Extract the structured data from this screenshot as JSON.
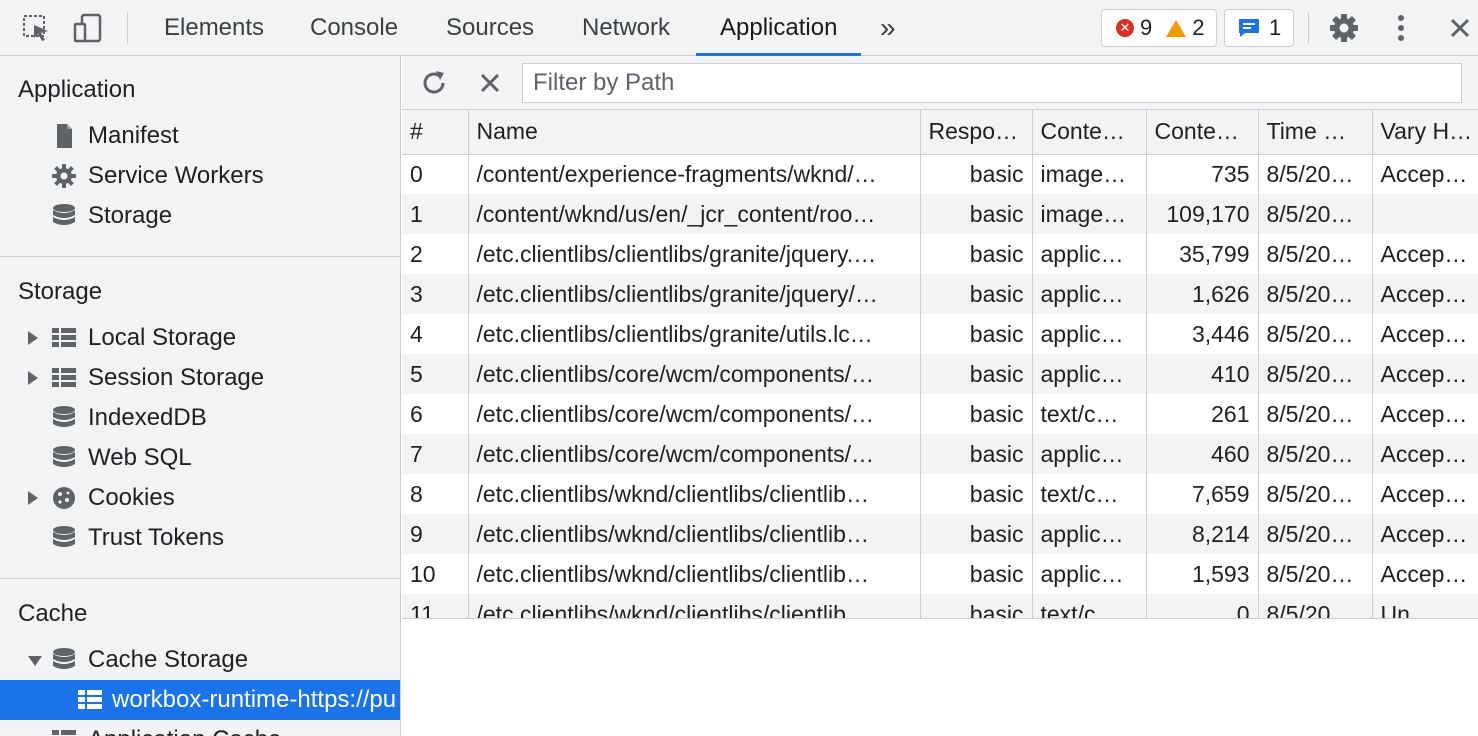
{
  "toolbar": {
    "tabs": [
      "Elements",
      "Console",
      "Sources",
      "Network",
      "Application"
    ],
    "more": "»",
    "errors": "9",
    "warnings": "2",
    "messages": "1"
  },
  "sidebar": {
    "application": {
      "title": "Application",
      "items": [
        "Manifest",
        "Service Workers",
        "Storage"
      ]
    },
    "storage": {
      "title": "Storage",
      "items": [
        "Local Storage",
        "Session Storage",
        "IndexedDB",
        "Web SQL",
        "Cookies",
        "Trust Tokens"
      ]
    },
    "cache": {
      "title": "Cache",
      "items": [
        "Cache Storage",
        "workbox-runtime-https://pu",
        "Application Cache"
      ]
    }
  },
  "filter": {
    "placeholder": "Filter by Path"
  },
  "table": {
    "headers": [
      "#",
      "Name",
      "Respo…",
      "Conte…",
      "Conte…",
      "Time …",
      "Vary H…"
    ],
    "rows": [
      [
        "0",
        "/content/experience-fragments/wknd/…",
        "basic",
        "image…",
        "735",
        "8/5/20…",
        "Accep…"
      ],
      [
        "1",
        "/content/wknd/us/en/_jcr_content/roo…",
        "basic",
        "image…",
        "109,170",
        "8/5/20…",
        ""
      ],
      [
        "2",
        "/etc.clientlibs/clientlibs/granite/jquery.…",
        "basic",
        "applic…",
        "35,799",
        "8/5/20…",
        "Accep…"
      ],
      [
        "3",
        "/etc.clientlibs/clientlibs/granite/jquery/…",
        "basic",
        "applic…",
        "1,626",
        "8/5/20…",
        "Accep…"
      ],
      [
        "4",
        "/etc.clientlibs/clientlibs/granite/utils.lc…",
        "basic",
        "applic…",
        "3,446",
        "8/5/20…",
        "Accep…"
      ],
      [
        "5",
        "/etc.clientlibs/core/wcm/components/…",
        "basic",
        "applic…",
        "410",
        "8/5/20…",
        "Accep…"
      ],
      [
        "6",
        "/etc.clientlibs/core/wcm/components/…",
        "basic",
        "text/c…",
        "261",
        "8/5/20…",
        "Accep…"
      ],
      [
        "7",
        "/etc.clientlibs/core/wcm/components/…",
        "basic",
        "applic…",
        "460",
        "8/5/20…",
        "Accep…"
      ],
      [
        "8",
        "/etc.clientlibs/wknd/clientlibs/clientlib…",
        "basic",
        "text/c…",
        "7,659",
        "8/5/20…",
        "Accep…"
      ],
      [
        "9",
        "/etc.clientlibs/wknd/clientlibs/clientlib…",
        "basic",
        "applic…",
        "8,214",
        "8/5/20…",
        "Accep…"
      ],
      [
        "10",
        "/etc.clientlibs/wknd/clientlibs/clientlib…",
        "basic",
        "applic…",
        "1,593",
        "8/5/20…",
        "Accep…"
      ],
      [
        "11",
        "/etc.clientlibs/wknd/clientlibs/clientlib…",
        "basic",
        "text/c…",
        "0",
        "8/5/20…",
        "Un…"
      ]
    ]
  }
}
